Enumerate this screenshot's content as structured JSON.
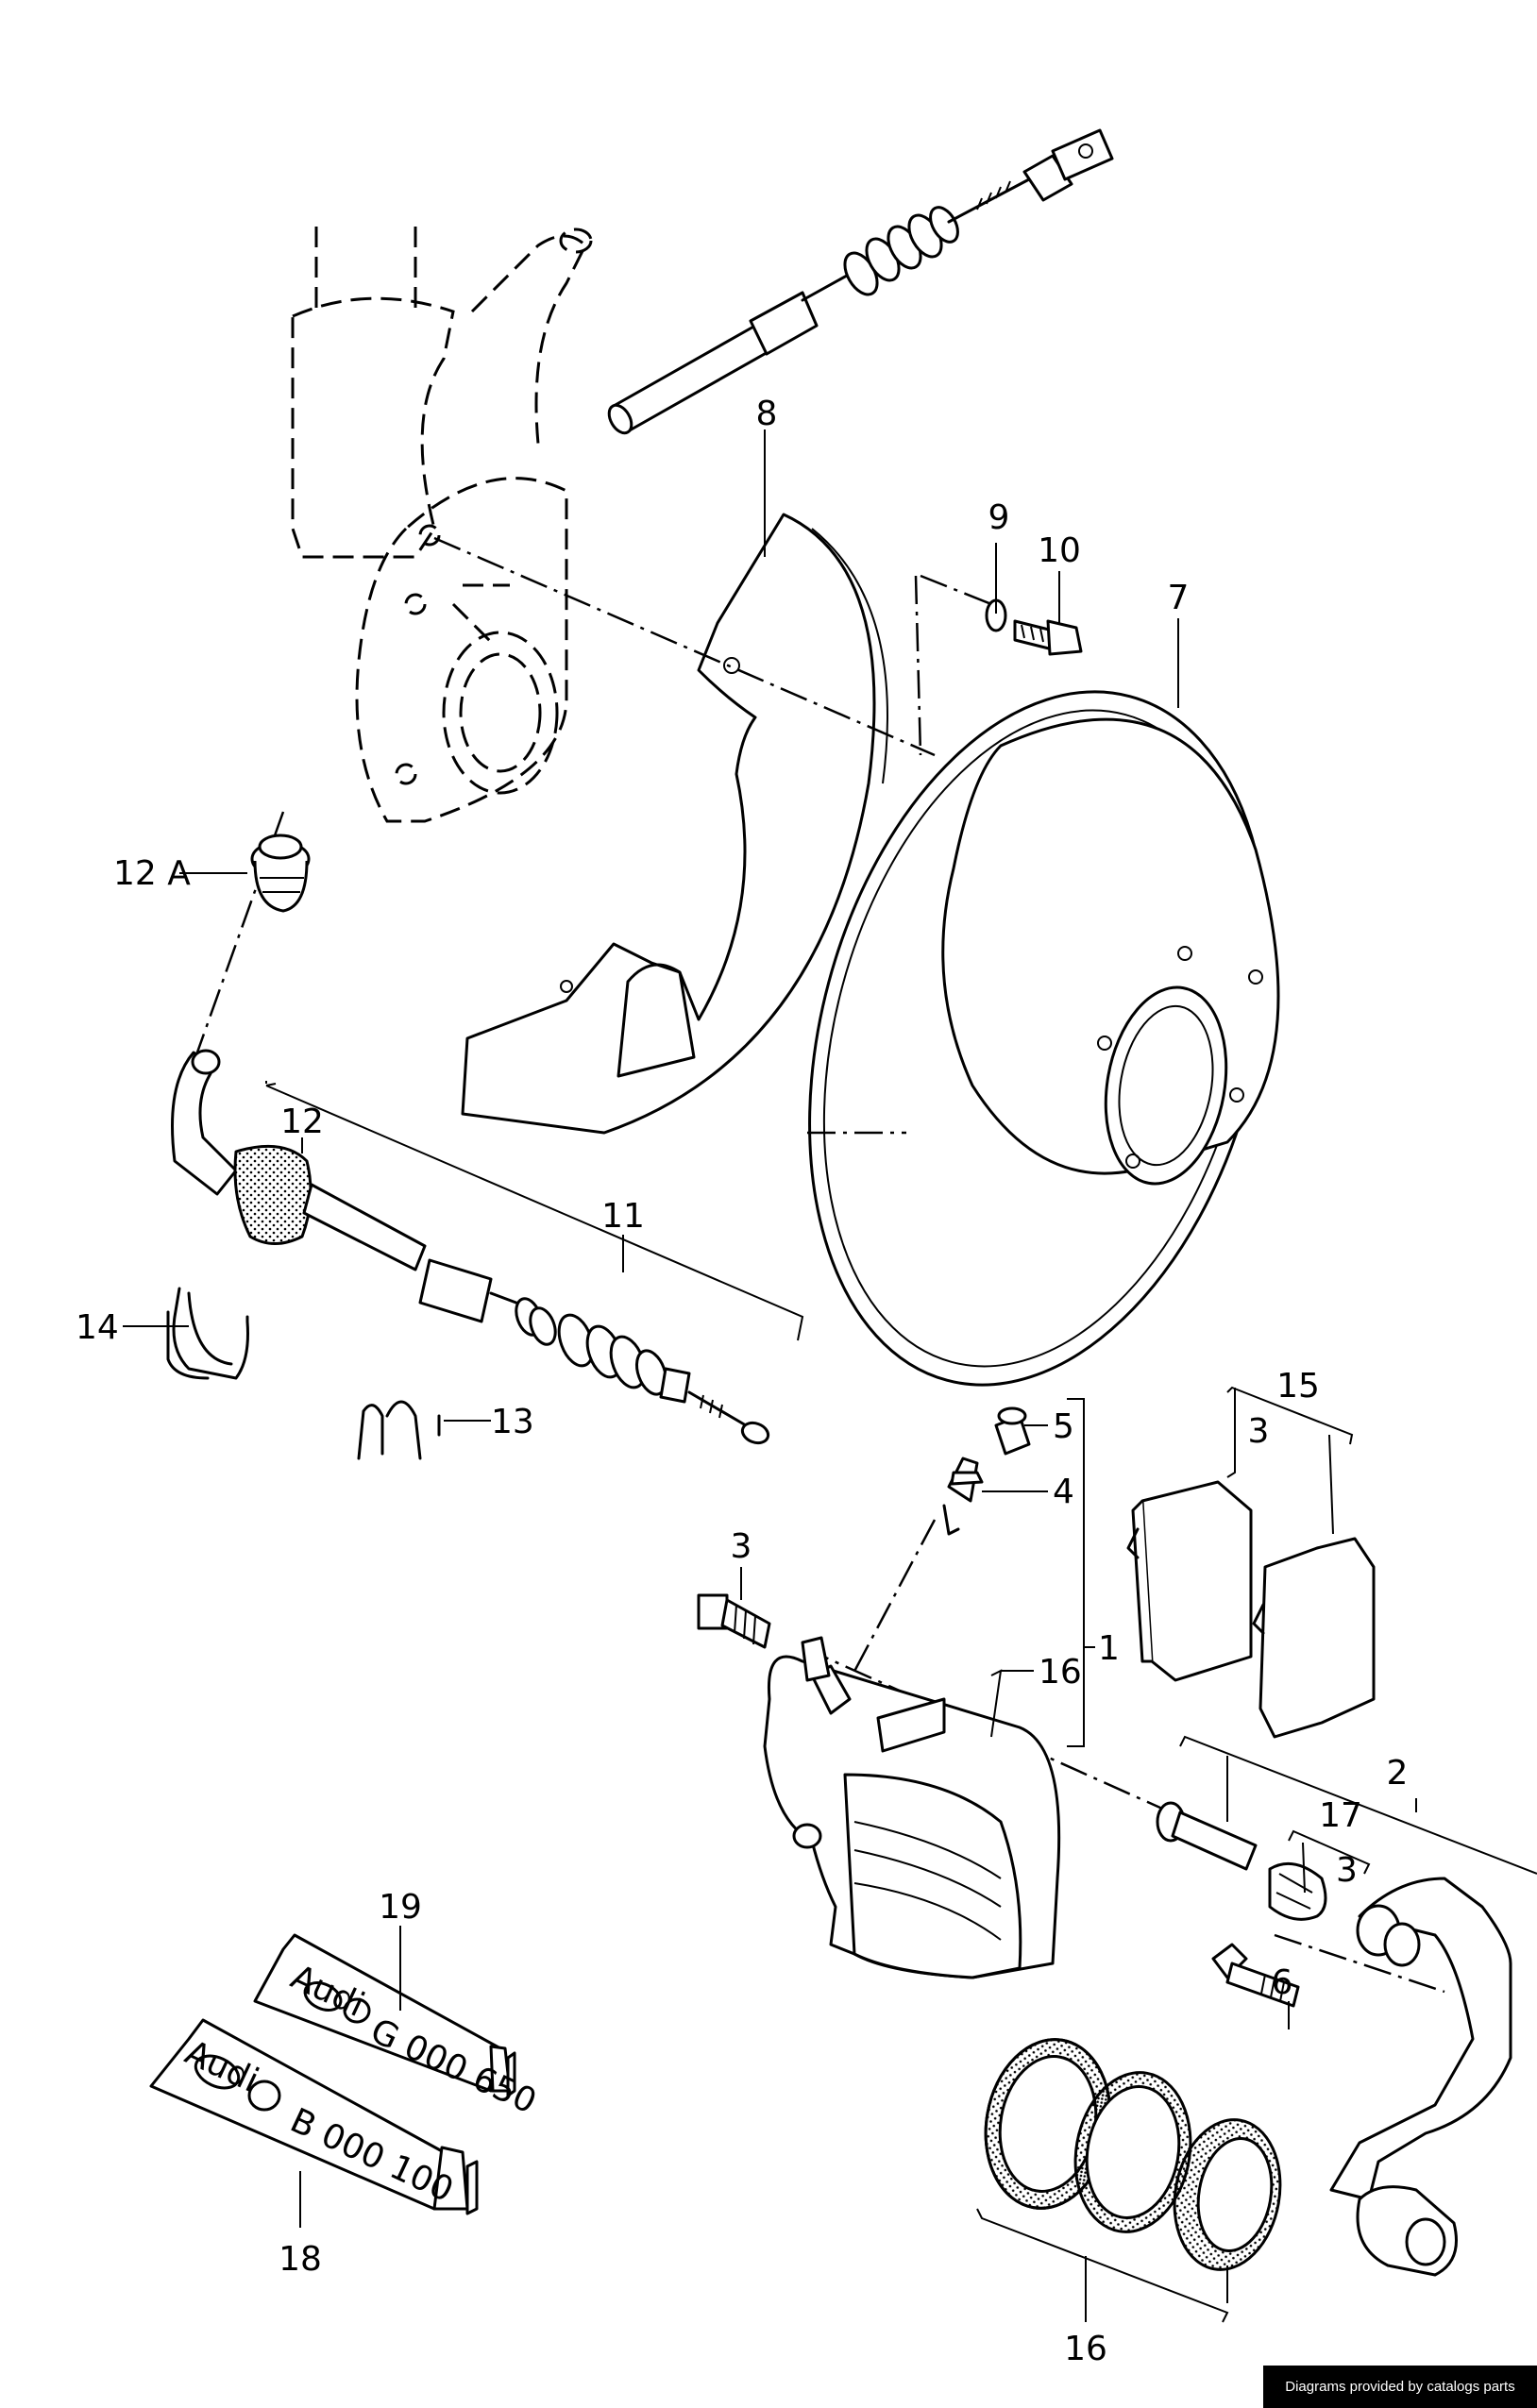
{
  "credit": "Diagrams provided by catalogs parts",
  "callouts": {
    "p1": "1",
    "p2": "2",
    "p3a": "3",
    "p3b": "3",
    "p3c": "3",
    "p4": "4",
    "p5": "5",
    "p6": "6",
    "p7": "7",
    "p8": "8",
    "p9": "9",
    "p10": "10",
    "p11": "11",
    "p12": "12",
    "p12a": "12 A",
    "p13": "13",
    "p14": "14",
    "p15": "15",
    "p16a": "16",
    "p16b": "16",
    "p17": "17",
    "p18": "18",
    "p19": "19"
  },
  "tubes": {
    "t18": {
      "brand": "Audi",
      "code": "B 000 100"
    },
    "t19": {
      "brand": "Audi",
      "code": "G 000 650"
    }
  }
}
